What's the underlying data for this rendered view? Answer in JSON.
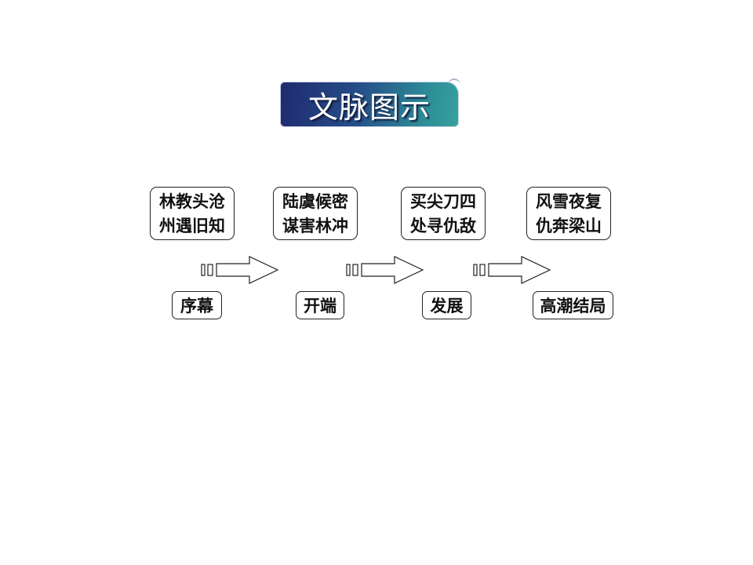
{
  "header": {
    "title": "文脉图示"
  },
  "events": [
    {
      "line1": "林教头沧",
      "line2": "州遇旧知"
    },
    {
      "line1": "陆虞候密",
      "line2": "谋害林冲"
    },
    {
      "line1": "买尖刀四",
      "line2": "处寻仇敌"
    },
    {
      "line1": "风雪夜复",
      "line2": "仇奔梁山"
    }
  ],
  "stages": [
    "序幕",
    "开端",
    "发展",
    "高潮结局"
  ]
}
